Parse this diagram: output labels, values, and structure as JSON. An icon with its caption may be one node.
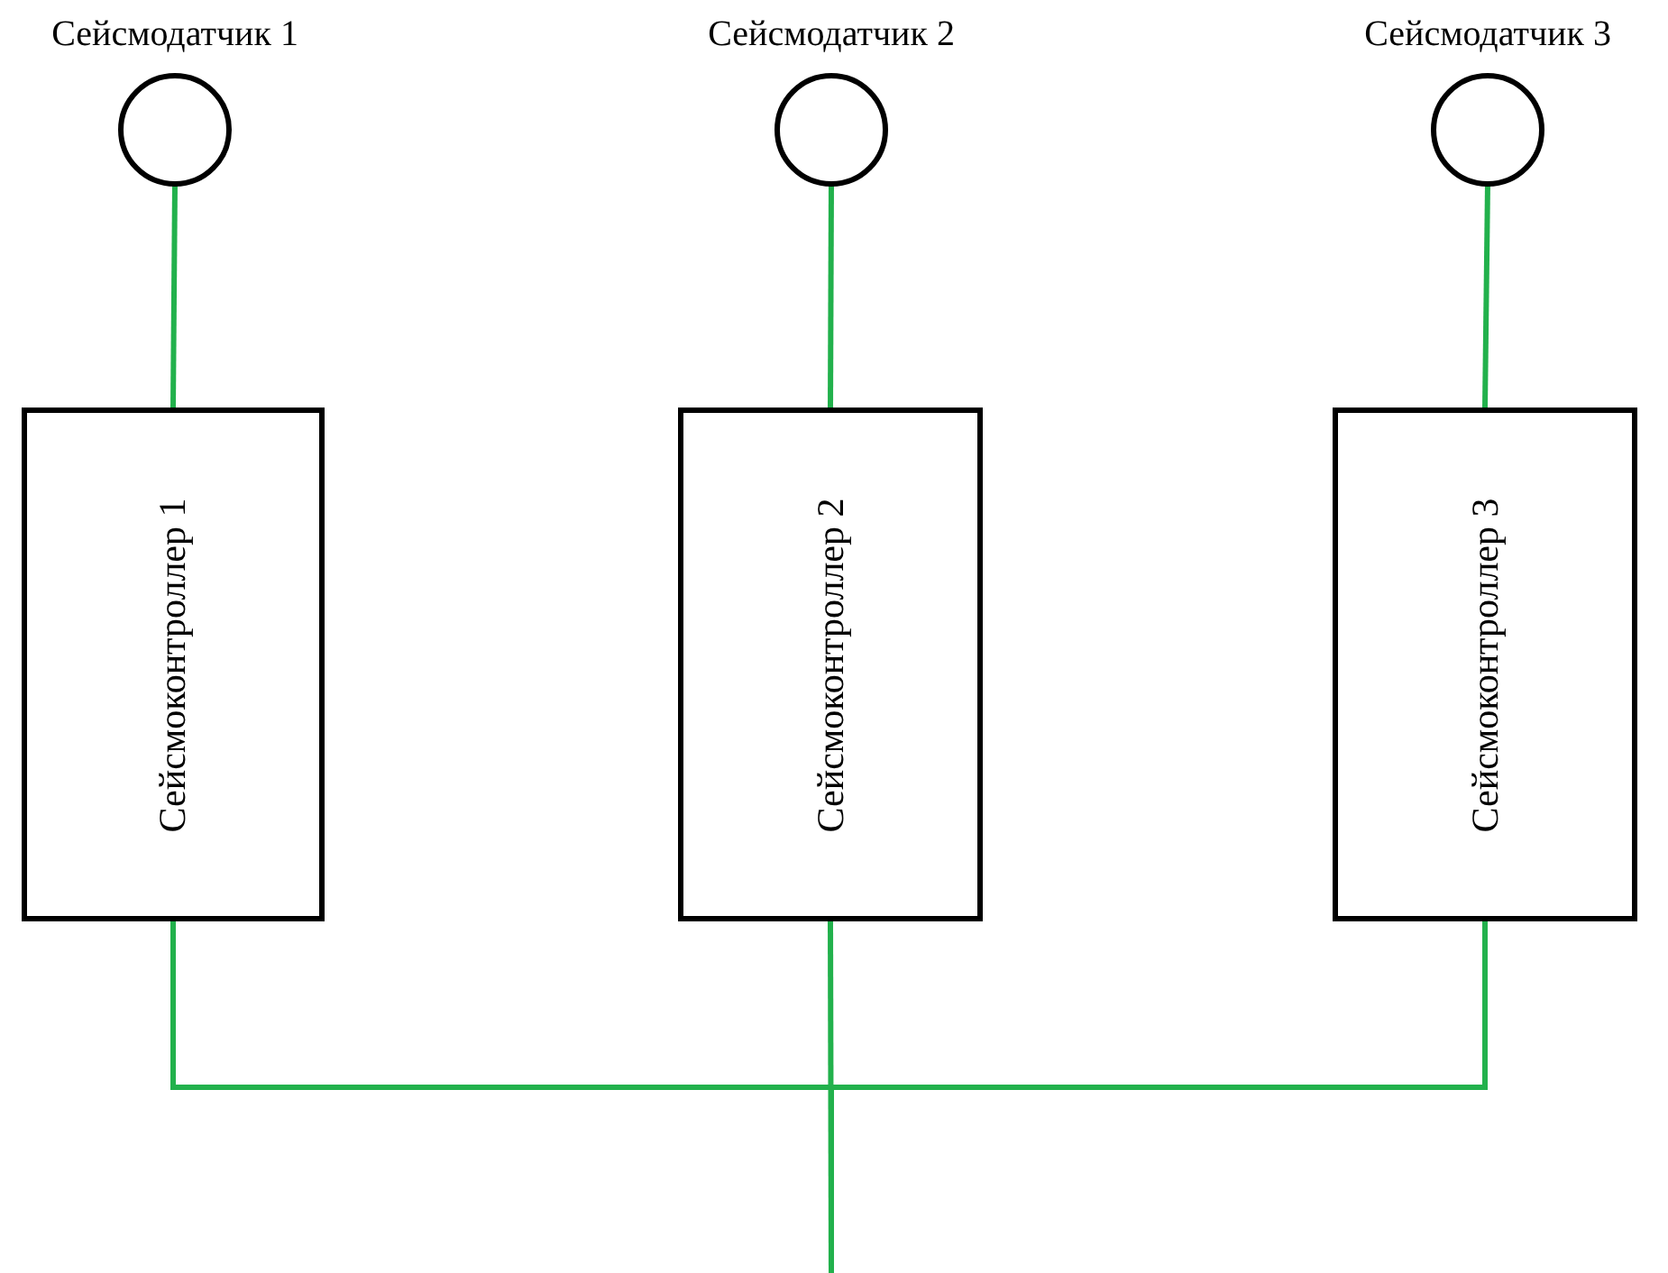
{
  "diagram": {
    "nodes": [
      {
        "text": [
          "Сейсмодатчик 1"
        ]
      },
      {
        "text": [
          "Сейсмодатчик 2"
        ]
      },
      {
        "text": [
          "Сейсмодатчик 3"
        ]
      },
      {
        "text": [
          "Сейсмоконтроллер 1"
        ]
      },
      {
        "text": [
          "Сейсмоконтроллер 2"
        ]
      },
      {
        "text": [
          "Сейсмоконтроллер 3"
        ]
      }
    ],
    "edges": [
      {
        "from": 0,
        "to": 3,
        "arrow": "none",
        "color": "#22b14c"
      },
      {
        "from": 1,
        "to": 4,
        "arrow": "none",
        "color": "#22b14c"
      },
      {
        "from": 2,
        "to": 5,
        "arrow": "none",
        "color": "#22b14c"
      },
      {
        "from": 3,
        "to": null,
        "arrow": "none",
        "color": "#22b14c"
      },
      {
        "from": 4,
        "to": null,
        "arrow": "none",
        "color": "#22b14c"
      },
      {
        "from": 5,
        "to": null,
        "arrow": "none",
        "color": "#22b14c"
      }
    ]
  }
}
